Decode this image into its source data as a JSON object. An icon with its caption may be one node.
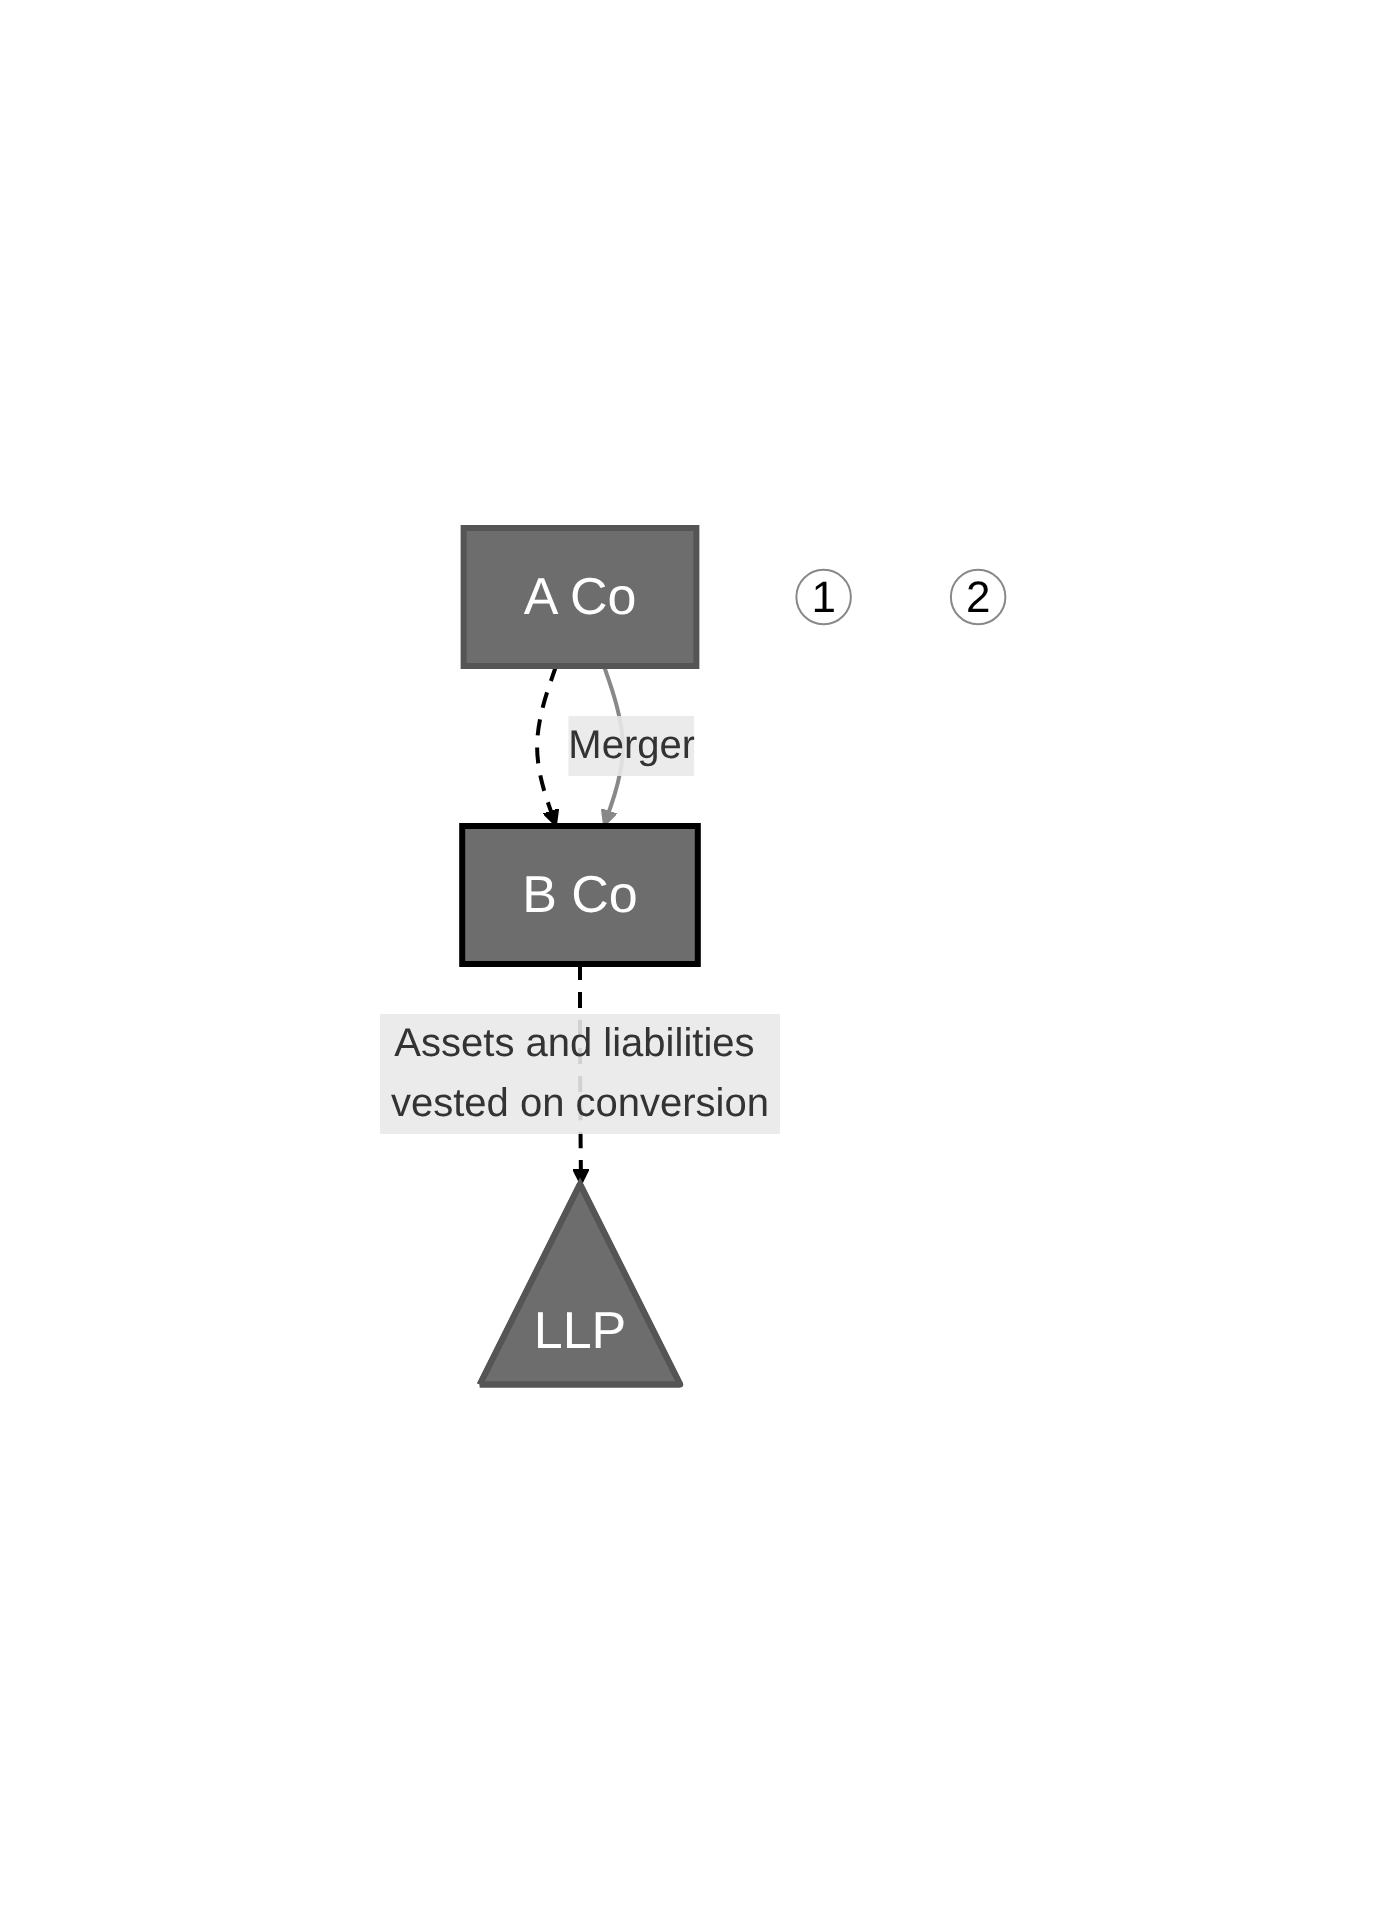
{
  "diagram": {
    "nodes": [
      {
        "text": [
          "A Co"
        ]
      },
      {
        "text": [
          "B Co"
        ]
      },
      {
        "text": [
          "LLP"
        ]
      },
      {
        "text": [
          "1"
        ]
      },
      {
        "text": [
          "2"
        ]
      }
    ],
    "edges": [
      {
        "from": 0,
        "to": 1,
        "arrow": "to",
        "style": "dashed"
      },
      {
        "from": 0,
        "to": 1,
        "arrow": "to",
        "label": "Merger",
        "color": "#888888"
      },
      {
        "from": 1,
        "to": 2,
        "arrow": "to",
        "style": "dashed",
        "label": "Assets and liabilities vested on conversion"
      }
    ]
  }
}
